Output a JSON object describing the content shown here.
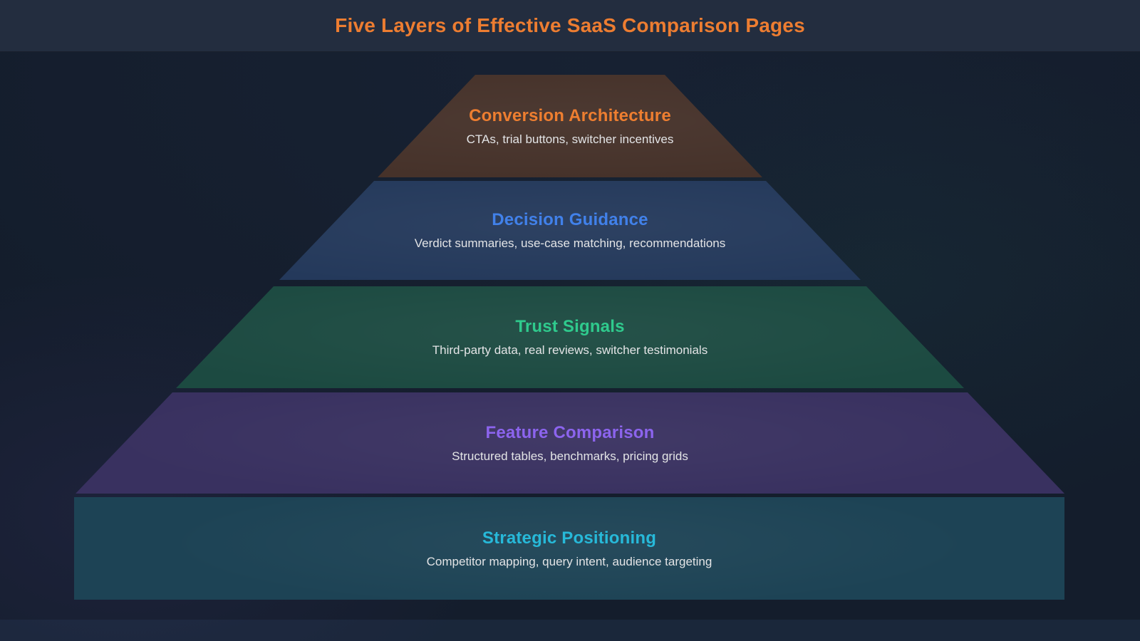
{
  "header": {
    "title": "Five Layers of Effective SaaS Comparison Pages",
    "title_color": "#ed7d31"
  },
  "pyramid": {
    "subtitle_color": "#e3e4e6",
    "layers": [
      {
        "id": "conversion-architecture",
        "title": "Conversion Architecture",
        "subtitle": "CTAs, trial buttons, switcher incentives",
        "title_color": "#ee7e30",
        "fill": "#453129"
      },
      {
        "id": "decision-guidance",
        "title": "Decision Guidance",
        "subtitle": "Verdict summaries, use-case matching, recommendations",
        "title_color": "#4181ea",
        "fill": "#24395b"
      },
      {
        "id": "trust-signals",
        "title": "Trust Signals",
        "subtitle": "Third-party data, real reviews, switcher testimonials",
        "title_color": "#2fca8d",
        "fill": "#1c4a41"
      },
      {
        "id": "feature-comparison",
        "title": "Feature Comparison",
        "subtitle": "Structured tables, benchmarks, pricing grids",
        "title_color": "#8c64ee",
        "fill": "#393160"
      },
      {
        "id": "strategic-positioning",
        "title": "Strategic Positioning",
        "subtitle": "Competitor mapping, query intent, audience targeting",
        "title_color": "#27b9d9",
        "fill": "#1d4355"
      }
    ]
  }
}
